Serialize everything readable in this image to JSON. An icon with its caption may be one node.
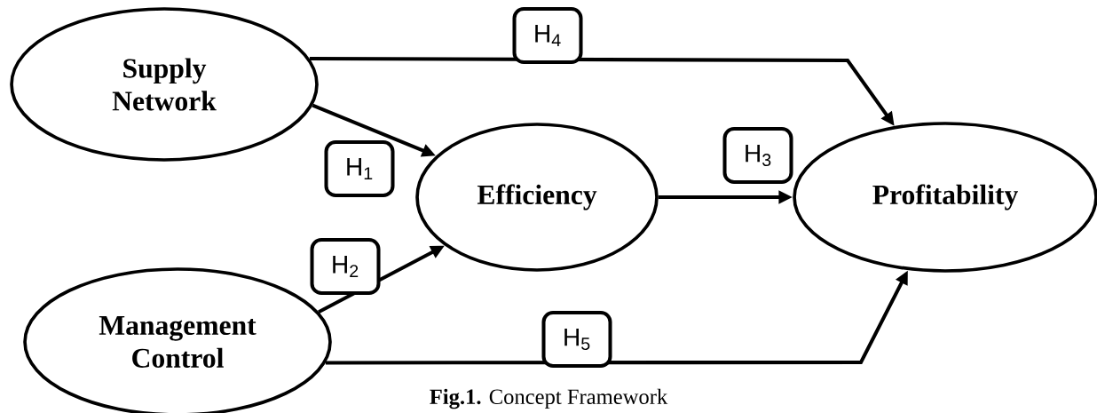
{
  "diagram": {
    "caption": "**Fig.1.** Concept Framework",
    "nodes": [
      {
        "text": [
          "Supply Network"
        ]
      },
      {
        "text": [
          "Management Control"
        ]
      },
      {
        "text": [
          "Efficiency"
        ]
      },
      {
        "text": [
          "Profitability"
        ]
      }
    ],
    "edges": [
      {
        "from": 0,
        "to": 2,
        "arrow": "to",
        "label": "H$_{1}$"
      },
      {
        "from": 1,
        "to": 2,
        "arrow": "to",
        "label": "H$_{2}$"
      },
      {
        "from": 2,
        "to": 3,
        "arrow": "to",
        "label": "H$_{3}$"
      },
      {
        "from": 0,
        "to": 3,
        "arrow": "to",
        "label": "H$_{4}$"
      },
      {
        "from": 1,
        "to": 3,
        "arrow": "to",
        "label": "H$_{5}$"
      }
    ]
  }
}
